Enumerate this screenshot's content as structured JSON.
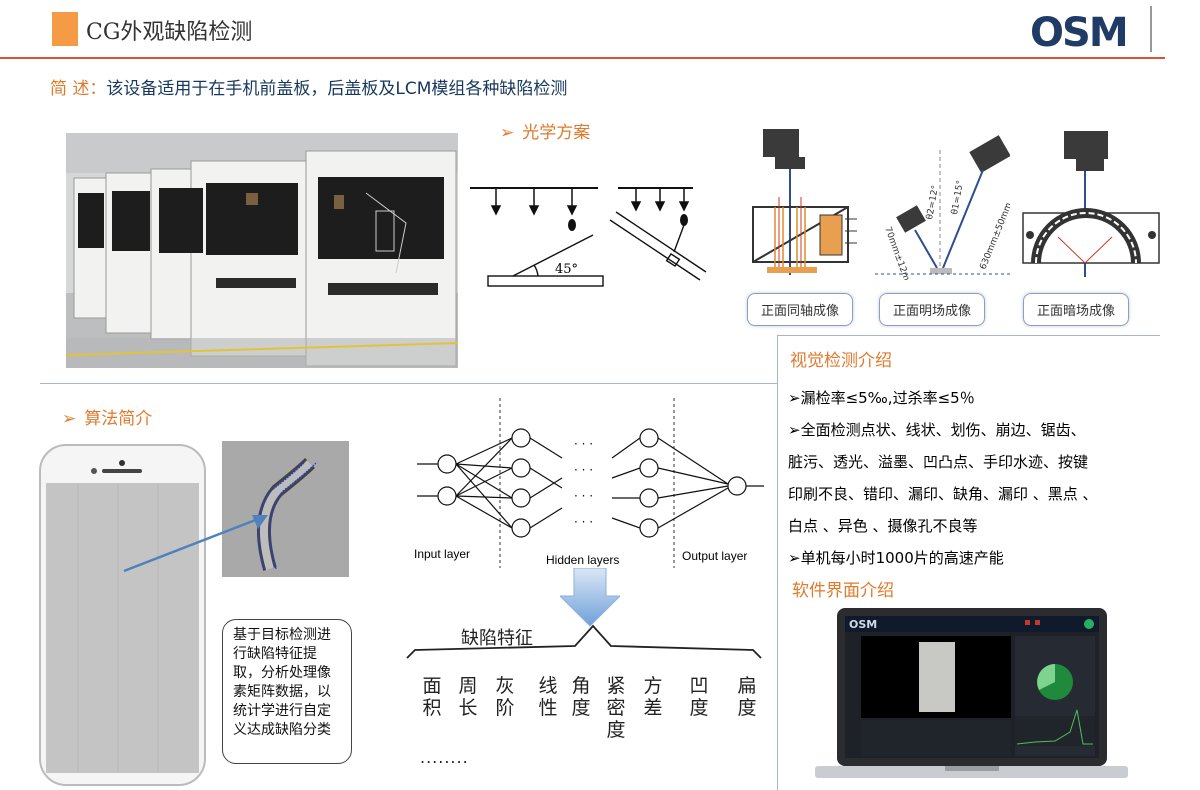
{
  "header": {
    "title": "CG外观缺陷检测",
    "logo_text": "OSM"
  },
  "summary": {
    "lead": "简 述：",
    "text": "该设备适用于在手机前盖板，后盖板及LCM模组各种缺陷检测"
  },
  "optics": {
    "heading": "光学方案",
    "angle_label": "45°",
    "captions": [
      "正面同轴成像",
      "正面明场成像",
      "正面暗场成像"
    ],
    "diagram_labels": {
      "theta1": "θ1=15°",
      "theta2": "θ2=12°",
      "dist1": "70mm±12mm",
      "dist2": "630mm±50mm"
    }
  },
  "vision": {
    "heading": "视觉检测介绍",
    "items": [
      "➢漏检率≤5‰,过杀率≤5％",
      "➢全面检测点状、线状、划伤、崩边、锯齿、",
      "脏污、透光、溢墨、凹凸点、手印水迹、按键",
      "印刷不良、错印、漏印、缺角、漏印 、黑点 、",
      "白点 、异色 、摄像孔不良等",
      "➢单机每小时1000片的高速产能"
    ]
  },
  "software": {
    "heading": "软件界面介绍"
  },
  "algorithm": {
    "heading": "算法简介",
    "note": "基于目标检测进行缺陷特征提取，分析处理像素矩阵数据，以统计学进行自定义达成缺陷分类",
    "nn_labels": {
      "input": "Input layer",
      "hidden": "Hidden layers",
      "output": "Output layer",
      "ellipsis": "· · ·"
    },
    "features_title": "缺陷特征",
    "features": [
      "面积",
      "周长",
      "灰阶",
      "线性",
      "角度",
      "紧密度",
      "方差",
      "凹度",
      "扁度"
    ],
    "more": "........"
  },
  "colors": {
    "accent": "#e07a2c",
    "title_bar": "#f59a45",
    "rule": "#d9533c",
    "navy": "#17375e"
  }
}
